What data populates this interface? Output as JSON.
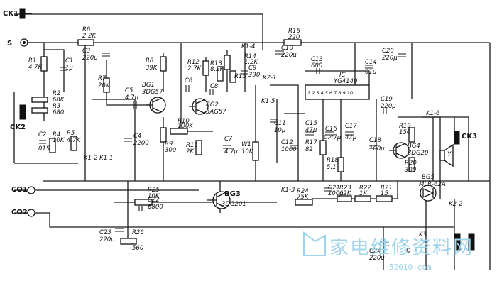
{
  "connectors": {
    "ck1": "CK1",
    "s": "S",
    "ck2": "CK2",
    "co1": "CO1",
    "co2": "CO2",
    "ck3": "CK3"
  },
  "transistors": {
    "bg1": "BG1",
    "bg1_type": "3DG57",
    "bg2": "BG2",
    "bg2_type": "3AG57",
    "bg3": "BG3",
    "bg3_type": "3DG201",
    "bg4": "BG4",
    "bg4_type": "3DG20",
    "bg5": "BG5",
    "bg5_type": "MLR-62A"
  },
  "ic": {
    "name": "IC",
    "type": "YG4140",
    "pins": "1 2 3 4 5 6 7 8 9 10"
  },
  "resistors": [
    {
      "name": "R1",
      "value": "4.7K"
    },
    {
      "name": "R2",
      "value": "68K"
    },
    {
      "name": "R3",
      "value": "680"
    },
    {
      "name": "R4",
      "value": "10K"
    },
    {
      "name": "R5",
      "value": "4.7K"
    },
    {
      "name": "R6",
      "value": "2.2K"
    },
    {
      "name": "R7",
      "value": "20K"
    },
    {
      "name": "R8",
      "value": "39K"
    },
    {
      "name": "R9",
      "value": "300"
    },
    {
      "name": "R10",
      "value": "100K"
    },
    {
      "name": "R11",
      "value": "2K"
    },
    {
      "name": "R12",
      "value": "2.7K"
    },
    {
      "name": "R13",
      "value": "8.2K"
    },
    {
      "name": "R14",
      "value": "1.2K"
    },
    {
      "name": "R15",
      "value": ""
    },
    {
      "name": "R16",
      "value": "220"
    },
    {
      "name": "R17",
      "value": "82"
    },
    {
      "name": "R18",
      "value": "5.1"
    },
    {
      "name": "R19",
      "value": "150"
    },
    {
      "name": "R20",
      "value": "300"
    },
    {
      "name": "R21",
      "value": "15"
    },
    {
      "name": "R22",
      "value": "1K"
    },
    {
      "name": "R23",
      "value": "62K"
    },
    {
      "name": "R24",
      "value": "75K"
    },
    {
      "name": "R25",
      "value": "10K"
    },
    {
      "name": "R26",
      "value": "560"
    },
    {
      "name": "W1",
      "value": "10K"
    }
  ],
  "capacitors": [
    {
      "name": "C1",
      "value": "1μ"
    },
    {
      "name": "C2",
      "value": "015"
    },
    {
      "name": "C3",
      "value": "220μ"
    },
    {
      "name": "C4",
      "value": "2200"
    },
    {
      "name": "C5",
      "value": "4.7μ"
    },
    {
      "name": "C6",
      "value": ""
    },
    {
      "name": "C7",
      "value": "4.7μ"
    },
    {
      "name": "C8",
      "value": ""
    },
    {
      "name": "C9",
      "value": "390"
    },
    {
      "name": "C10",
      "value": "220μ"
    },
    {
      "name": "C11",
      "value": "10μ"
    },
    {
      "name": "C12",
      "value": "1000"
    },
    {
      "name": "C13",
      "value": "680"
    },
    {
      "name": "C14",
      "value": "01μ"
    },
    {
      "name": "C15",
      "value": "47μ"
    },
    {
      "name": "C16",
      "value": "0.47μ"
    },
    {
      "name": "C17",
      "value": "47μ"
    },
    {
      "name": "C18",
      "value": "100μ"
    },
    {
      "name": "C19",
      "value": "220μ"
    },
    {
      "name": "C20",
      "value": "220μ"
    },
    {
      "name": "C21",
      "value": "100μ"
    },
    {
      "name": "C22",
      "value": "6800"
    },
    {
      "name": "C23",
      "value": "220μ"
    },
    {
      "name": "C24",
      "value": "220μ"
    }
  ],
  "switches": [
    "K1-1",
    "K1-2",
    "K1-3",
    "K1-4",
    "K1-5",
    "K1-6",
    "K2-1",
    "K2-2",
    "K3"
  ],
  "misc": {
    "y": "Y",
    "d": "D"
  },
  "watermark": {
    "text": "家电维修资料网",
    "url": "52010.com"
  }
}
